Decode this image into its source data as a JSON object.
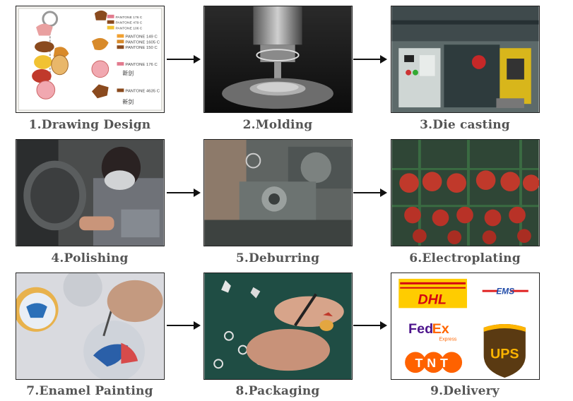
{
  "steps": [
    {
      "label": "1.Drawing Design",
      "image": "drawing-design-photo",
      "pantone": [
        "PANTONE 176 C",
        "PANTONE 479 C",
        "PANTONE 106 C",
        "PANTONE 149 C",
        "PANTONE 1605 C",
        "PANTONE 150 C",
        "PANTONE 176 C",
        "PANTONE 4635 C"
      ],
      "notes": [
        "新剑",
        "新剑"
      ]
    },
    {
      "label": "2.Molding",
      "image": "molding-photo"
    },
    {
      "label": "3.Die casting",
      "image": "die-casting-photo"
    },
    {
      "label": "4.Polishing",
      "image": "polishing-photo"
    },
    {
      "label": "5.Deburring",
      "image": "deburring-photo"
    },
    {
      "label": "6.Electroplating",
      "image": "electroplating-photo"
    },
    {
      "label": "7.Enamel Painting",
      "image": "enamel-painting-photo"
    },
    {
      "label": "8.Packaging",
      "image": "packaging-photo"
    },
    {
      "label": "9.Delivery",
      "image": "delivery-logos",
      "logos": {
        "dhl": "DHL",
        "ems": "EMS",
        "fedex_fed": "Fed",
        "fedex_ex": "Ex",
        "fedex_sub": "Express",
        "tnt": "TNT",
        "ups": "UPS"
      }
    }
  ],
  "colors": {
    "caption": "#555555",
    "arrow": "#111111",
    "dhl_yellow": "#ffcc00",
    "dhl_red": "#d40511",
    "fedex_purple": "#4d148c",
    "fedex_orange": "#ff6600",
    "tnt_orange": "#ff6200",
    "ups_brown": "#5a3a12",
    "ups_gold": "#ffb500",
    "ems_blue": "#1f4aa8",
    "ems_red": "#e02020"
  }
}
